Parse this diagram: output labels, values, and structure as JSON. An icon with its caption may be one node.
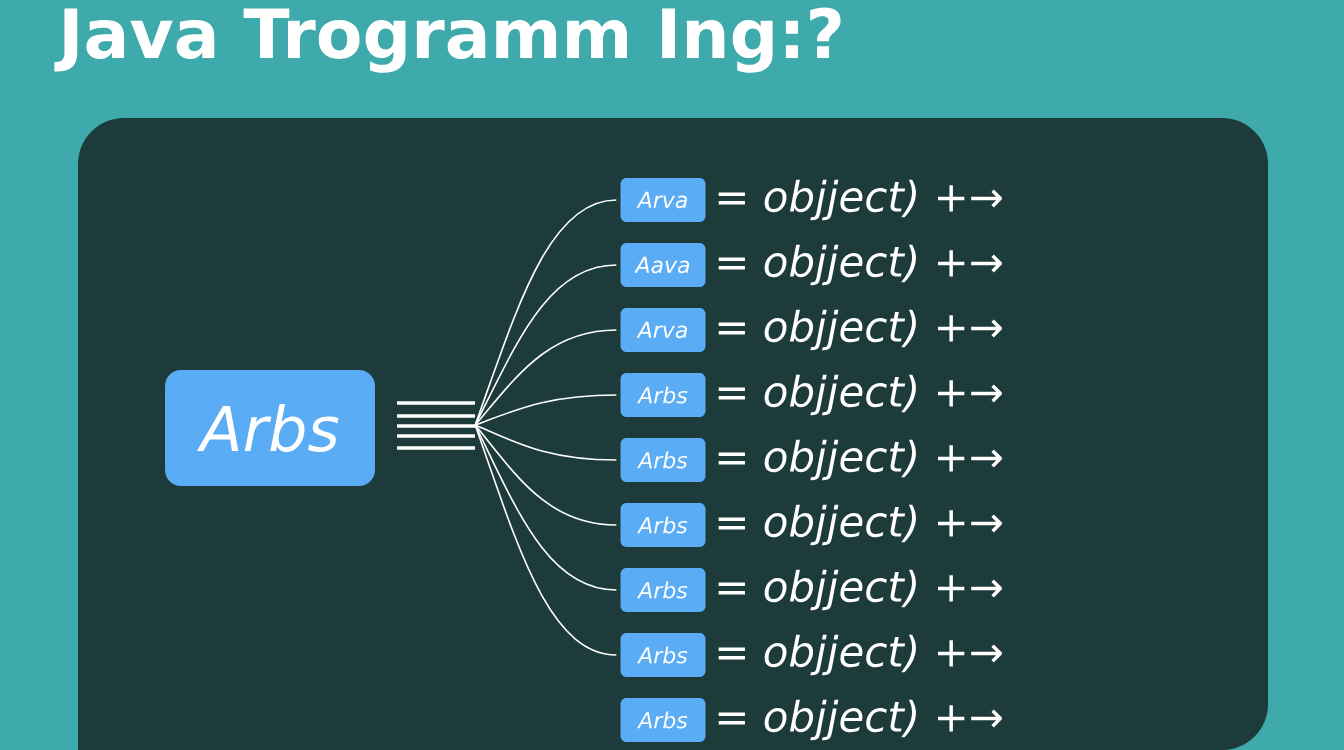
{
  "diagram": {
    "title": "Java Trogramm Ing:?",
    "nodes": [
      {
        "text": [
          "Arbs"
        ]
      },
      {
        "text": [],
        "shape": "bar"
      },
      {
        "text": [
          "Arva"
        ],
        "beside": [
          "= objject) +→"
        ]
      },
      {
        "text": [
          "Aava"
        ],
        "beside": [
          "= objject) +→"
        ]
      },
      {
        "text": [
          "Arva"
        ],
        "beside": [
          "= objject) +→"
        ]
      },
      {
        "text": [
          "Arbs"
        ],
        "beside": [
          "= objject) +→"
        ]
      },
      {
        "text": [
          "Arbs"
        ],
        "beside": [
          "= objject) +→"
        ]
      },
      {
        "text": [
          "Arbs"
        ],
        "beside": [
          "= objject) +→"
        ]
      },
      {
        "text": [
          "Arbs"
        ],
        "beside": [
          "= objject) +→"
        ]
      },
      {
        "text": [
          "Arbs"
        ],
        "beside": [
          "= objject) +→"
        ]
      },
      {
        "text": [
          "Arbs"
        ],
        "beside": [
          "= objject) +→"
        ]
      }
    ],
    "edges": [
      {
        "from": 1,
        "to": 2,
        "arrow": "none"
      },
      {
        "from": 1,
        "to": 3,
        "arrow": "none"
      },
      {
        "from": 1,
        "to": 4,
        "arrow": "none"
      },
      {
        "from": 1,
        "to": 5,
        "arrow": "none"
      },
      {
        "from": 1,
        "to": 6,
        "arrow": "none"
      },
      {
        "from": 1,
        "to": 7,
        "arrow": "none"
      },
      {
        "from": 1,
        "to": 8,
        "arrow": "none"
      },
      {
        "from": 1,
        "to": 9,
        "arrow": "none"
      }
    ]
  }
}
